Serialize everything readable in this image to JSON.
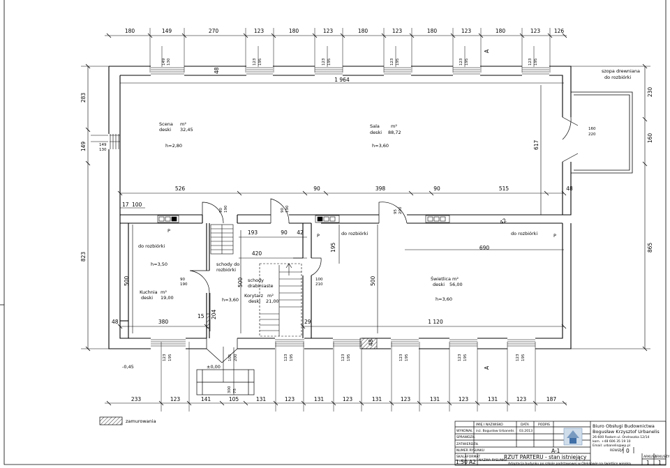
{
  "dims": {
    "top": [
      "180",
      "149",
      "270",
      "123",
      "180",
      "123",
      "180",
      "123",
      "180",
      "123",
      "180",
      "123",
      "126"
    ],
    "bottom": [
      "233",
      "123",
      "141",
      "105",
      "131",
      "123",
      "131",
      "123",
      "131",
      "123",
      "131",
      "123",
      "131",
      "123",
      "187"
    ],
    "left": [
      "283",
      "149",
      "823"
    ],
    "right": [
      "230",
      "160",
      "865"
    ],
    "inner": {
      "hall_width": "1 964",
      "row_526": "526",
      "row_90a": "90",
      "row_398": "398",
      "row_90b": "90",
      "row_515": "515",
      "row_48r": "48",
      "d17": "17",
      "d100": "100",
      "d193": "193",
      "d90": "90",
      "d42": "42",
      "d420": "420",
      "d690": "690",
      "d42b": "42",
      "d617": "617",
      "d195": "195",
      "d500a": "500",
      "d500b": "500",
      "d500c": "500",
      "d380": "380",
      "d1120": "1 120",
      "d48a": "48",
      "d48b": "48",
      "d15": "15",
      "d204": "204",
      "d29": "29",
      "d160_220": "160",
      "d220": "220",
      "win_149": "149",
      "win_130": "130",
      "w123": "123",
      "w195": "195",
      "d90_190a": "90",
      "d190a": "190",
      "d90_190b": "90",
      "d190b": "190",
      "d95": "95",
      "d200": "200",
      "d100_210": "100",
      "d210": "210",
      "d105": "105",
      "d200b": "200",
      "d300": "300",
      "d75": "75",
      "d48c": "48"
    }
  },
  "rooms": {
    "scena": {
      "name": "Scena",
      "type": "deski",
      "unit": "m²",
      "area": "32,45",
      "height": "h=2,80"
    },
    "sala": {
      "name": "Sala",
      "type": "deski",
      "unit": "m²",
      "area": "88,72",
      "height": "h=3,60"
    },
    "kuchnia": {
      "name": "Kuchnia",
      "type": "deski",
      "unit": "m²",
      "area": "19,00",
      "height": "h=3,50"
    },
    "korytarz": {
      "name": "Korytarz",
      "type": "deski",
      "unit": "m²",
      "area": "21,00",
      "height": "h=3,60"
    },
    "swietlica": {
      "name": "Świetlica",
      "type": "deski",
      "unit": "m²",
      "area": "56,00",
      "height": "h=3,60"
    }
  },
  "notes": {
    "szopa1": "szopa drewniana",
    "szopa2": "do rozbiórki",
    "do_rozbiorki": "do rozbiórki",
    "schody1a": "schody do",
    "schody1b": "rozbiórki",
    "schody2a": "schody",
    "schody2b": "drabiniaste",
    "p": "P",
    "section": "A",
    "level1": "-0,45",
    "level2": "±0,00"
  },
  "legend": {
    "label": "zamurowania"
  },
  "title_block": {
    "col_name": "IMIĘ I NAZWISKO",
    "col_date": "DATA",
    "col_sign": "PODPIS",
    "row_wykonal": "WYKONAŁ",
    "row_sprawdzil": "SPRAWDZIŁ",
    "row_zatwierdzil": "ZATWIERDZIŁ",
    "designer": "inż. Bogusław Urbanelis",
    "date": "03.2013",
    "firm1": "Biuro Obsługi Budownictwa",
    "firm2": "Bogusław Krzysztof Urbanelis",
    "addr": "26-600 Radom ul. Ondraszka 12/14",
    "phone": "kom. +48 606 35 19 10",
    "email": "Email: urbanelis@wp.pl",
    "rewizja_label": "REWIZJA",
    "rewizja": "0",
    "numer_label": "NUMER RYSUNKU",
    "numer": "A-1",
    "skala_label": "SKALA",
    "skala": "1:50",
    "format_label": "FORMAT",
    "format": "A2",
    "nazwa_label": "NAZWA RYSUNKU",
    "title": "RZUT PARTERU - stan istniejący",
    "subtitle": "Adaptacja budynku po szkole podstawowej w Oleksowie na świetlicę wiejską",
    "arkusz_label": "ARKUSZ",
    "arkusz": "1",
    "arkuszy_label": "ARKUSZY",
    "arkuszy": "1"
  }
}
